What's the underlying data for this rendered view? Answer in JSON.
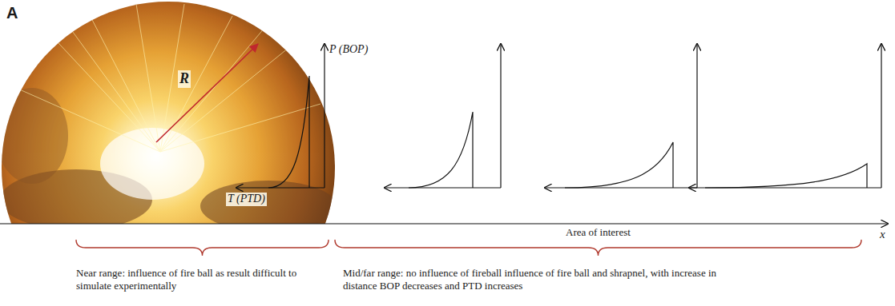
{
  "diagram": {
    "labels": [
      "A",
      "R",
      "P (BOP)",
      "T (PTD)",
      "x",
      "Area of interest",
      "Near range: influence of fire ball as result difficult to simulate experimentally",
      "Mid/far range: no influence of fireball influence of fire ball and shrapnel, with increase in distance BOP decreases and PTD increases"
    ]
  }
}
